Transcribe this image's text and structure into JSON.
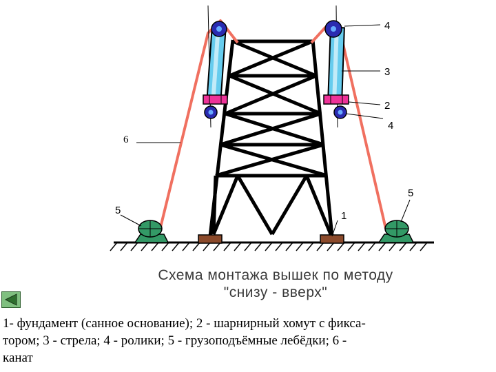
{
  "labels": {
    "foundation": "1",
    "clamp": "2",
    "boom": "3",
    "roller_top": "4",
    "roller_low": "4",
    "winch_left": "5",
    "winch_right": "5",
    "rope": "6"
  },
  "caption": {
    "line1": "Схема монтажа вышек по методу",
    "line2": "\"снизу - вверх\""
  },
  "legend": {
    "line1": "1- фундамент (санное основание); 2 - шарнирный хомут с фикса-",
    "line2": "тором; 3 - стрела; 4 - ролики;  5 - грузоподъёмные лебёдки; 6 -",
    "line3": "канат"
  },
  "colors": {
    "rope": "#f07060",
    "boom": "#66ccee",
    "roller": "#2a2ab0",
    "clamp": "#ee3399",
    "winch": "#339966",
    "foundation": "#8b4a2b",
    "tower": "#000000"
  }
}
